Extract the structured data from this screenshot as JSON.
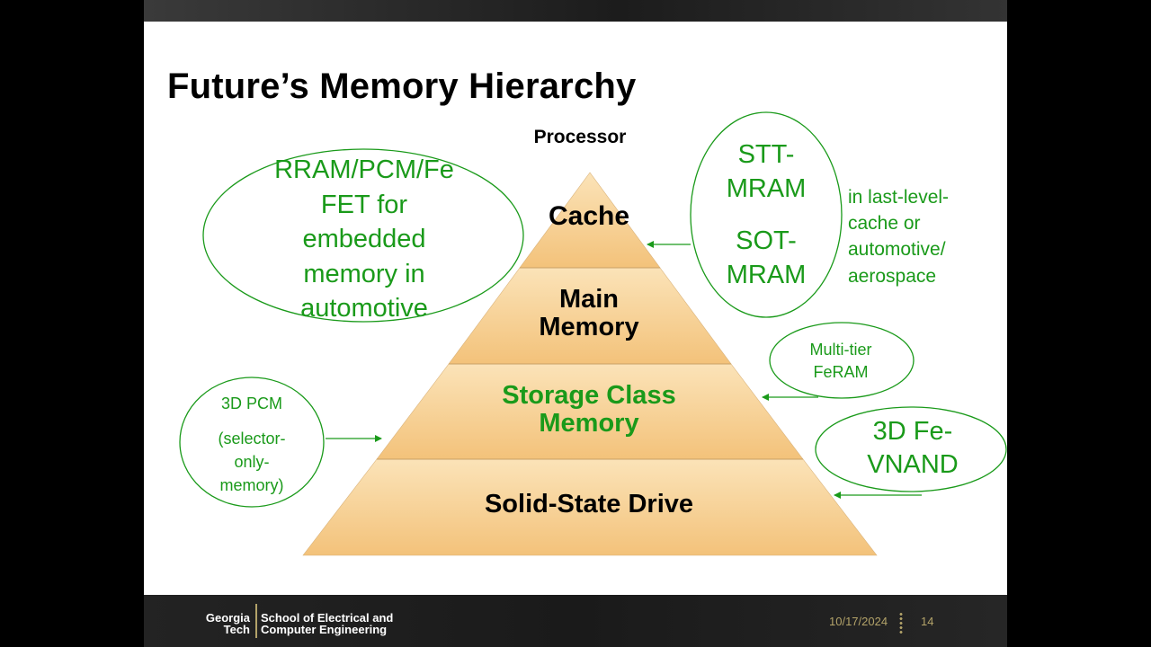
{
  "slide": {
    "title": "Future’s Memory Hierarchy",
    "processor_label": "Processor"
  },
  "pyramid": {
    "fill_top": "#fbe0b0",
    "fill_bottom": "#f2bc6d",
    "tiers": [
      {
        "label": "Cache",
        "color": "#000000"
      },
      {
        "label_line1": "Main",
        "label_line2": "Memory",
        "color": "#000000"
      },
      {
        "label_line1": "Storage Class",
        "label_line2": "Memory",
        "color": "#1a9a1a"
      },
      {
        "label": "Solid-State Drive",
        "color": "#000000"
      }
    ]
  },
  "technologies": {
    "accent_color": "#1a9a1a",
    "rram": {
      "lines": [
        "RRAM/PCM/Fe",
        "FET for",
        "embedded",
        "memory in",
        "automotive"
      ]
    },
    "stt": {
      "lines": [
        "STT-",
        "MRAM"
      ]
    },
    "sot": {
      "lines": [
        "SOT-",
        "MRAM"
      ]
    },
    "cache_note": {
      "lines": [
        "in last-level-",
        "cache or",
        "automotive/",
        "aerospace"
      ]
    },
    "multitier": {
      "lines": [
        "Multi-tier",
        "FeRAM"
      ]
    },
    "fevnand": {
      "lines": [
        "3D Fe-",
        "VNAND"
      ]
    },
    "pcm3d": {
      "title": "3D PCM",
      "lines": [
        "(selector-",
        "only-",
        "memory)"
      ]
    }
  },
  "footer": {
    "logo_line1": "Georgia",
    "logo_line2": "Tech",
    "school_line1": "School of Electrical and",
    "school_line2": "Computer Engineering",
    "date": "10/17/2024",
    "page_number": "14",
    "accent_color": "#b3a369"
  }
}
